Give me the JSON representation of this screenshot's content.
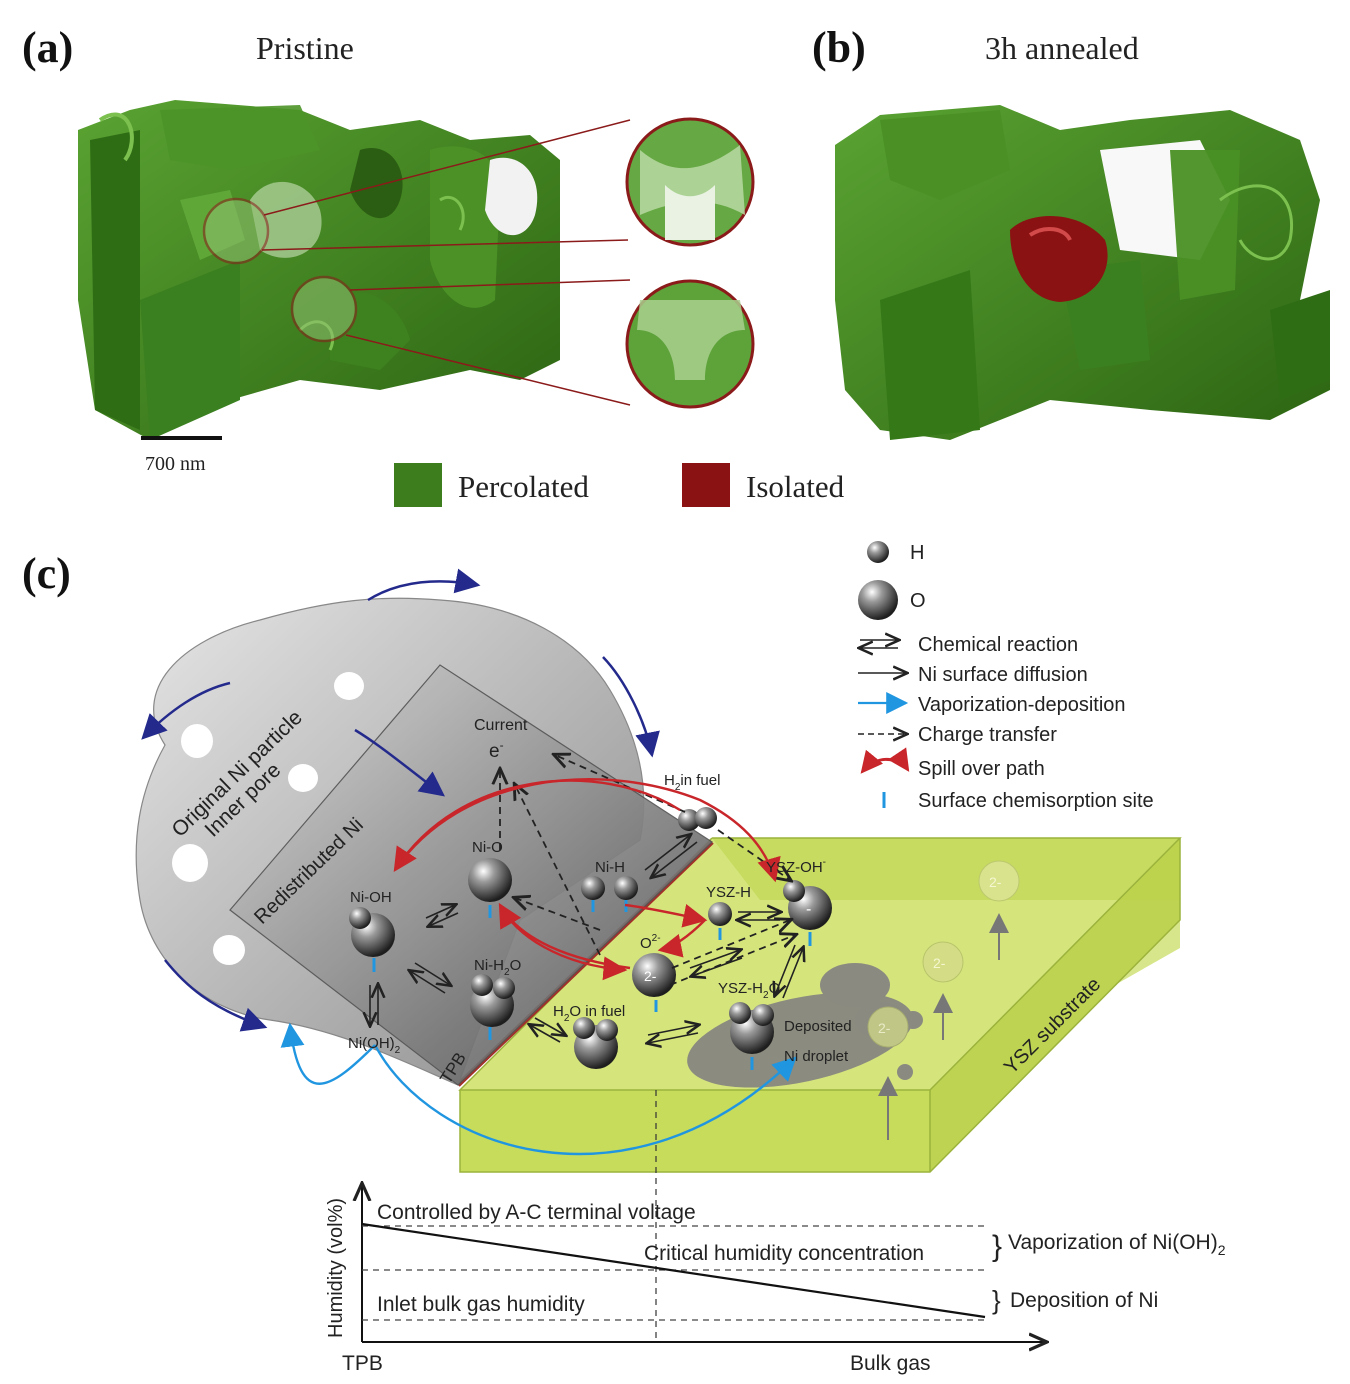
{
  "panel_a": {
    "letter": "(a)",
    "title": "Pristine",
    "scale_bar": "700 nm"
  },
  "panel_b": {
    "letter": "(b)",
    "title": "3h annealed"
  },
  "legend_ab": {
    "percolated": "Percolated",
    "isolated": "Isolated",
    "colors": {
      "percolated": "#3e7d1e",
      "isolated": "#8b1212"
    }
  },
  "panel_c": {
    "letter": "(c)",
    "legend": {
      "h": "H",
      "o": "O",
      "chemical_reaction": "Chemical reaction",
      "ni_surface_diffusion": "Ni surface diffusion",
      "vaporization_deposition": "Vaporization-deposition",
      "charge_transfer": "Charge transfer",
      "spill_over_path": "Spill over path",
      "surface_chemisorption_site": "Surface chemisorption site"
    },
    "labels": {
      "original_ni_particle": "Original Ni particle",
      "inner_pore": "Inner pore",
      "redistributed_ni": "Redistributed Ni",
      "current": "Current",
      "electron": "e",
      "electron_sup": "-",
      "h2_in_fuel_a": "H",
      "h2_in_fuel_sub": "2",
      "h2_in_fuel_b": "in fuel",
      "ni_o": "Ni-O",
      "ni_h": "Ni-H",
      "ni_oh": "Ni-OH",
      "ni_h2o_a": "Ni-H",
      "ni_h2o_sub": "2",
      "ni_h2o_b": "O",
      "ni_oh2_a": "Ni(OH)",
      "ni_oh2_sub": "2",
      "h2o_in_fuel_a": "H",
      "h2o_in_fuel_sub": "2",
      "h2o_in_fuel_b": "O in fuel",
      "o2_a": "O",
      "o2_sup": "2-",
      "two_minus": "2-",
      "minus": "-",
      "ysz_h": "YSZ-H",
      "ysz_oh_a": "YSZ-OH",
      "ysz_oh_sup": "-",
      "ysz_h2o_a": "YSZ-H",
      "ysz_h2o_sub": "2",
      "ysz_h2o_b": "O",
      "deposited": "Deposited",
      "ni_droplet": "Ni droplet",
      "tpb": "TPB",
      "ysz_substrate": "YSZ substrate"
    },
    "graph": {
      "ylabel": "Humidity (vol%)",
      "x_start": "TPB",
      "x_end": "Bulk gas",
      "line_top": "Controlled by A-C terminal voltage",
      "line_mid": "Critical humidity concentration",
      "line_low": "Inlet bulk gas humidity",
      "brace_top_a": "Vaporization of Ni(OH)",
      "brace_top_sub": "2",
      "brace_low": "Deposition of Ni"
    },
    "colors": {
      "ysz": "#c9de5a",
      "arrow_blue": "#2196e0",
      "arrow_red": "#c8262a",
      "arrow_navy": "#232a8c"
    }
  }
}
